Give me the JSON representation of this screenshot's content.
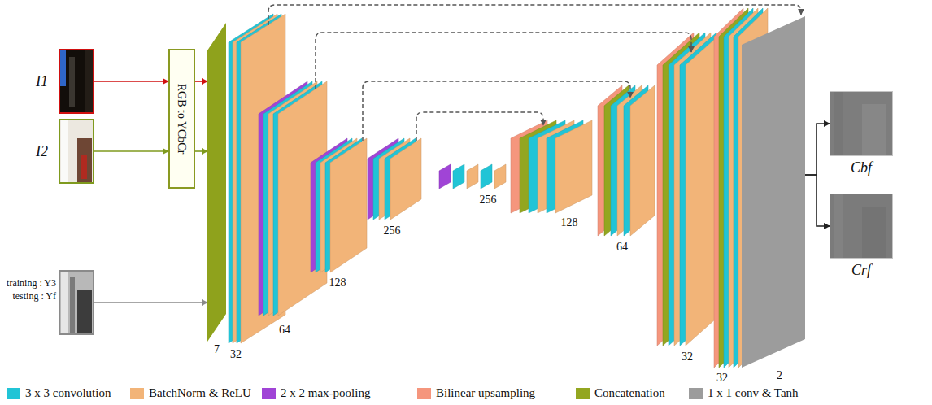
{
  "diagram": {
    "nodes": [
      {
        "text": [
          "I1"
        ]
      },
      {
        "text": [
          "I2"
        ]
      },
      {
        "text": [
          "training : Y3",
          "testing : Yf"
        ]
      },
      {
        "text": [
          "RGB to YCbCr"
        ]
      },
      {
        "text": [
          "7"
        ]
      },
      {
        "text": [
          "2"
        ]
      },
      {
        "text": [
          "Cbf"
        ]
      },
      {
        "text": [
          "Crf"
        ]
      }
    ],
    "edges": [
      {
        "from": 0,
        "to": 3,
        "arrow": "to"
      },
      {
        "from": 1,
        "to": 3,
        "arrow": "to"
      },
      {
        "from": 3,
        "to": 4,
        "arrow": "to"
      },
      {
        "from": 3,
        "to": 4,
        "arrow": "to"
      },
      {
        "from": 2,
        "to": 4,
        "arrow": "to"
      },
      {
        "from": 5,
        "to": 6,
        "arrow": "to"
      },
      {
        "from": 5,
        "to": 7,
        "arrow": "to"
      }
    ],
    "labels": [
      "32",
      "64",
      "128",
      "256",
      "256",
      "128",
      "64",
      "32",
      "32"
    ],
    "legend": [
      {
        "text": "3 x 3 convolution",
        "color": "#21c4d6"
      },
      {
        "text": "BatchNorm & ReLU",
        "color": "#f2b478"
      },
      {
        "text": "2 x 2 max-pooling",
        "color": "#a044d6"
      },
      {
        "text": "Bilinear upsampling",
        "color": "#f5967d"
      },
      {
        "text": "Concatenation",
        "color": "#93a620"
      },
      {
        "text": "1 x 1 conv & Tanh",
        "color": "#9c9c9c"
      }
    ]
  }
}
